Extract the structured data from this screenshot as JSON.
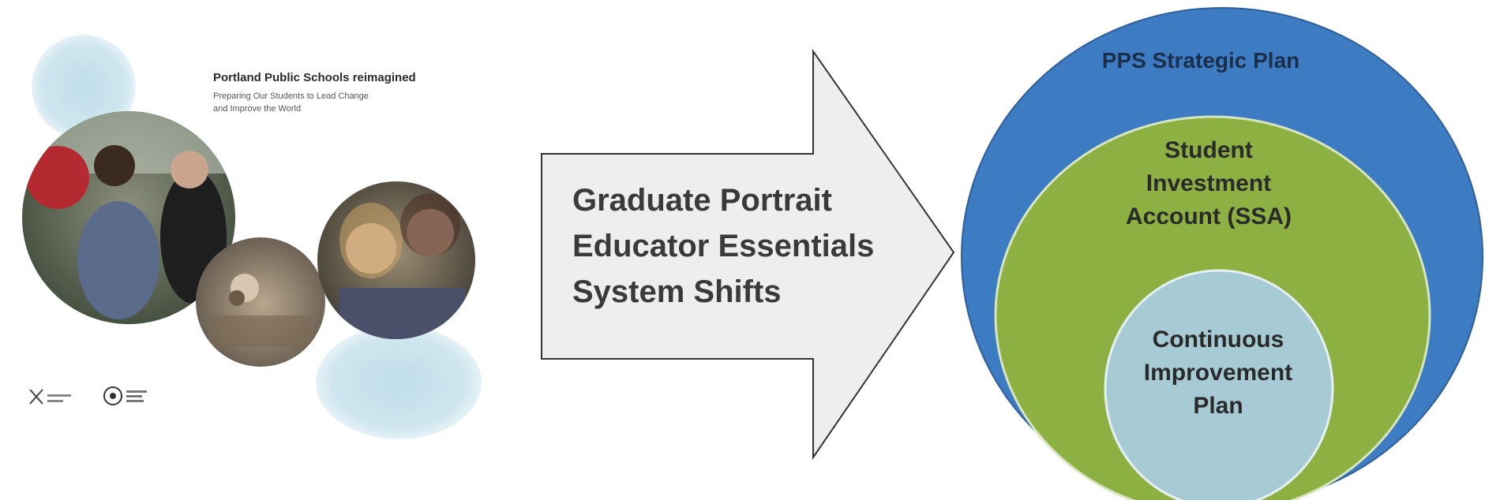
{
  "cover": {
    "title": "Portland Public Schools reimagined",
    "subtitle_line1": "Preparing Our Students to Lead Change",
    "subtitle_line2": "and Improve the World"
  },
  "arrow": {
    "line1": "Graduate Portrait",
    "line2": "Educator Essentials",
    "line3": "System Shifts"
  },
  "circles": {
    "outer": {
      "label": "PPS Strategic Plan",
      "color": "#3D7BC3"
    },
    "middle": {
      "line1": "Student",
      "line2": "Investment",
      "line3": "Account (SSA)",
      "color": "#8DB043"
    },
    "inner": {
      "line1": "Continuous",
      "line2": "Improvement",
      "line3": "Plan",
      "color": "#A7CBD5"
    }
  },
  "colors": {
    "arrow_fill": "#EEEEEE",
    "arrow_stroke": "#333333",
    "light_blue": "#C9E3ED"
  }
}
